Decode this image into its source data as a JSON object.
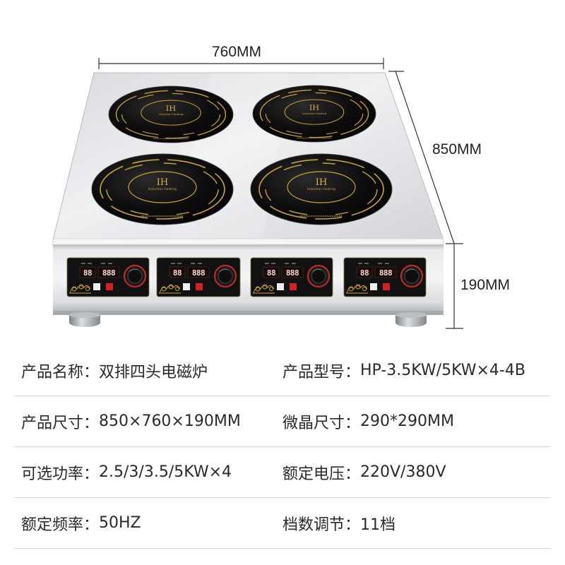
{
  "product_image": {
    "dimension_labels": {
      "width": "760MM",
      "depth": "850MM",
      "height": "190MM"
    },
    "burners": [
      {
        "logo": "IH",
        "logo_subtitle": "Induction Heating"
      },
      {
        "logo": "IH",
        "logo_subtitle": "Induction Heating"
      },
      {
        "logo": "IH",
        "logo_subtitle": "Induction Heating"
      },
      {
        "logo": "IH",
        "logo_subtitle": "Induction Heating"
      }
    ],
    "control_panels": [
      {
        "display_left": "88",
        "display_right": "888"
      },
      {
        "display_left": "88",
        "display_right": "888"
      },
      {
        "display_left": "88",
        "display_right": "888"
      },
      {
        "display_left": "88",
        "display_right": "888"
      }
    ]
  },
  "specs": [
    {
      "left": {
        "label": "产品名称：",
        "value": "双排四头电磁炉"
      },
      "right": {
        "label": "产品型号：",
        "value": "HP-3.5KW/5KW×4-4B"
      }
    },
    {
      "left": {
        "label": "产品尺寸：",
        "value": "850×760×190MM"
      },
      "right": {
        "label": "微晶尺寸：",
        "value": "290*290MM"
      }
    },
    {
      "left": {
        "label": "可选功率：",
        "value": "2.5/3/3.5/5KW×4"
      },
      "right": {
        "label": "额定电压：",
        "value": "220V/380V"
      }
    },
    {
      "left": {
        "label": "额定频率：",
        "value": "50HZ"
      },
      "right": {
        "label": "档数调节：",
        "value": "11档"
      }
    }
  ],
  "colors": {
    "text": "#2a2a2a",
    "divider": "#d6d6d6",
    "glass": "#0b0b0b",
    "gold_ring": "#c9a23a",
    "knob_ring": "#c0282a",
    "steel_light": "#eff0f2",
    "steel_dark": "#c3c5c8"
  }
}
